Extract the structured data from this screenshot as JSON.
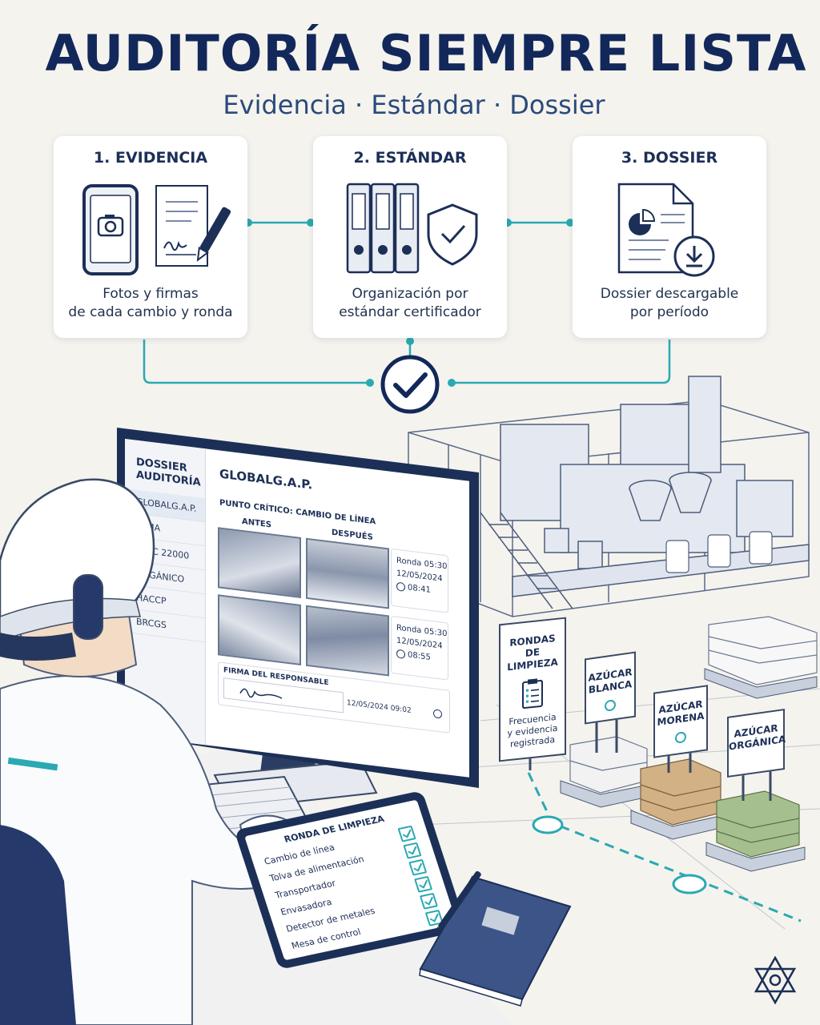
{
  "title": "AUDITORÍA SIEMPRE LISTA",
  "subtitle": "Evidencia · Estándar · Dossier",
  "steps": [
    {
      "title": "1.  EVIDENCIA",
      "desc_line1": "Fotos y firmas",
      "desc_line2": "de cada cambio y ronda"
    },
    {
      "title": "2.  ESTÁNDAR",
      "desc_line1": "Organización por",
      "desc_line2": "estándar certificador"
    },
    {
      "title": "3.  DOSSIER",
      "desc_line1": "Dossier descargable",
      "desc_line2": "por período"
    }
  ],
  "monitor": {
    "sidebar_title_1": "DOSSIER",
    "sidebar_title_2": "AUDITORÍA",
    "sidebar_items": [
      "GLOBALG.A.P.",
      "FSMA",
      "FSSC 22000",
      "ORGÁNICO",
      "HACCP",
      "BRCGS"
    ],
    "header": "GLOBALG.A.P.",
    "critical_point": "PUNTO CRÍTICO: CAMBIO DE LÍNEA",
    "before_label": "ANTES",
    "after_label": "DESPUÉS",
    "rows": [
      {
        "round": "Ronda 05:30",
        "date": "12/05/2024",
        "time": "08:41"
      },
      {
        "round": "Ronda 05:30",
        "date": "12/05/2024",
        "time": "08:55"
      }
    ],
    "signature_label": "FIRMA DEL RESPONSABLE",
    "signature_timestamp": "12/05/2024 09:02"
  },
  "signs": {
    "rondas": {
      "line1": "RONDAS",
      "line2": "DE LIMPIEZA",
      "desc1": "Frecuencia",
      "desc2": "y evidencia",
      "desc3": "registrada"
    },
    "blanca": {
      "line1": "AZÚCAR",
      "line2": "BLANCA"
    },
    "morena": {
      "line1": "AZÚCAR",
      "line2": "MORENA"
    },
    "organica": {
      "line1": "AZÚCAR",
      "line2": "ORGÁNICA"
    }
  },
  "tablet": {
    "title": "RONDA DE LIMPIEZA",
    "items": [
      "Cambio de línea",
      "Tolva de alimentación",
      "Transportador",
      "Envasadora",
      "Detector de metales",
      "Mesa de control"
    ]
  },
  "colors": {
    "navy": "#13285a",
    "teal": "#2aa9b3",
    "background": "#f5f3ee"
  }
}
